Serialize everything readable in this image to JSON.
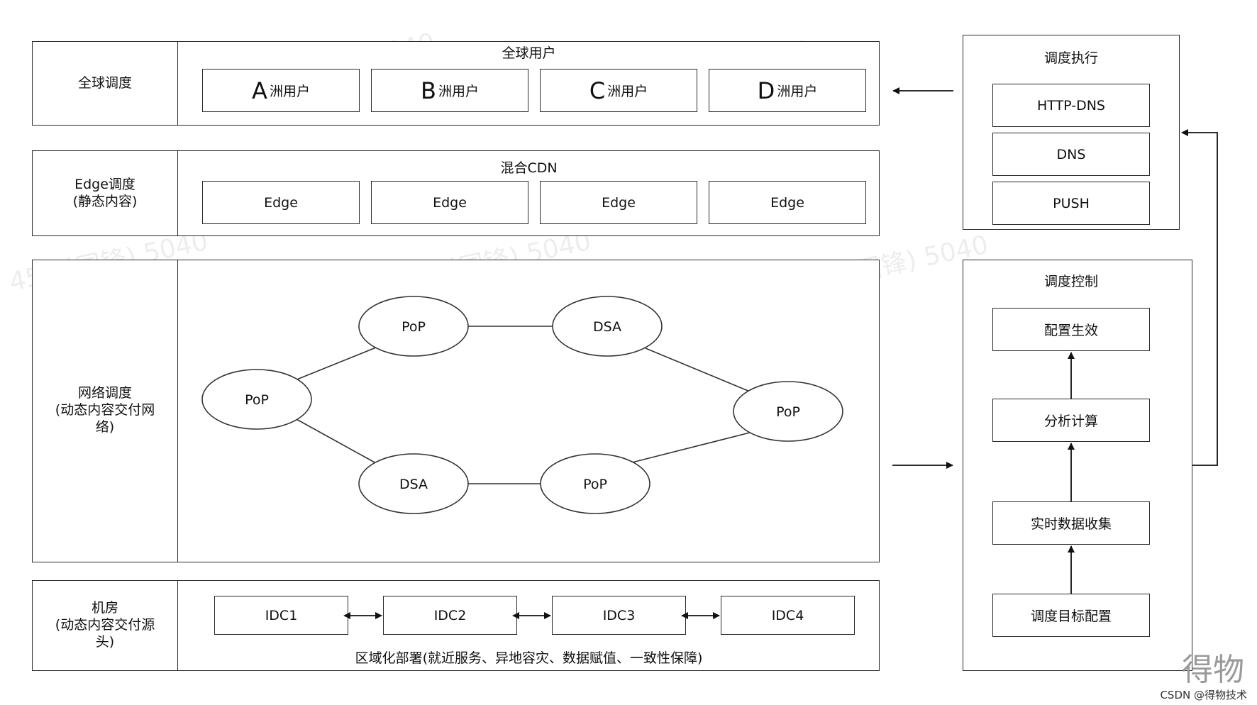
{
  "rows": {
    "global": {
      "label": "全球调度",
      "title": "全球用户",
      "users": [
        {
          "letter": "A",
          "text": "洲用户"
        },
        {
          "letter": "B",
          "text": "洲用户"
        },
        {
          "letter": "C",
          "text": "洲用户"
        },
        {
          "letter": "D",
          "text": "洲用户"
        }
      ]
    },
    "edge": {
      "label_line1": "Edge调度",
      "label_line2": "(静态内容)",
      "title": "混合CDN",
      "nodes": [
        "Edge",
        "Edge",
        "Edge",
        "Edge"
      ]
    },
    "network": {
      "label_line1": "网络调度",
      "label_line2": "(动态内容交付网",
      "label_line3": "络)",
      "nodes": [
        "PoP",
        "PoP",
        "DSA",
        "PoP",
        "DSA",
        "PoP"
      ]
    },
    "idc": {
      "label_line1": "机房",
      "label_line2": "(动态内容交付源",
      "label_line3": "头)",
      "nodes": [
        "IDC1",
        "IDC2",
        "IDC3",
        "IDC4"
      ],
      "footer": "区域化部署(就近服务、异地容灾、数据赋值、一致性保障)"
    }
  },
  "execute": {
    "title": "调度执行",
    "items": [
      "HTTP-DNS",
      "DNS",
      "PUSH"
    ]
  },
  "control": {
    "title": "调度控制",
    "items": [
      "配置生效",
      "分析计算",
      "实时数据收集",
      "调度目标配置"
    ]
  },
  "watermark": "45(付国锋) 5040",
  "brand": "得物",
  "credit": "CSDN @得物技术"
}
